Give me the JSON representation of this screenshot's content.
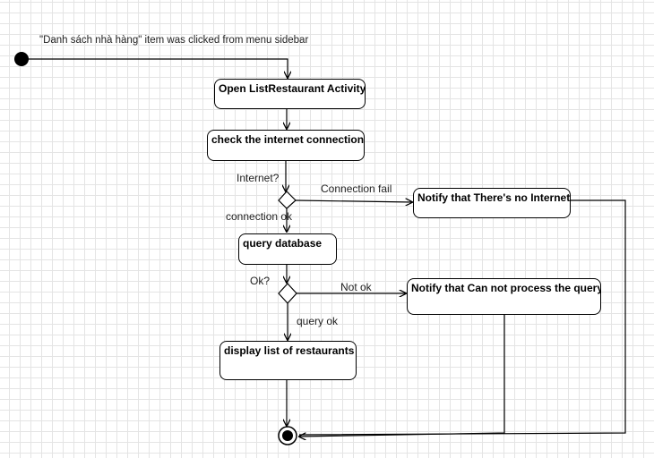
{
  "trigger_text": "\"Danh sách nhà hàng\" item was clicked from menu sidebar",
  "nodes": {
    "open_activity": "Open ListRestaurant Activity",
    "check_internet": "check the internet connection",
    "notify_no_internet": "Notify that There's no Internet",
    "query_database": "query database",
    "notify_query_fail": "Notify that Can not process the query",
    "display_list": "display list of restaurants"
  },
  "labels": {
    "internet_q": "Internet?",
    "connection_fail": "Connection fail",
    "connection_ok": "connection ok",
    "ok_q": "Ok?",
    "not_ok": "Not ok",
    "query_ok": "query ok"
  },
  "colors": {
    "line": "#000000",
    "grid": "#e4e4e4"
  }
}
